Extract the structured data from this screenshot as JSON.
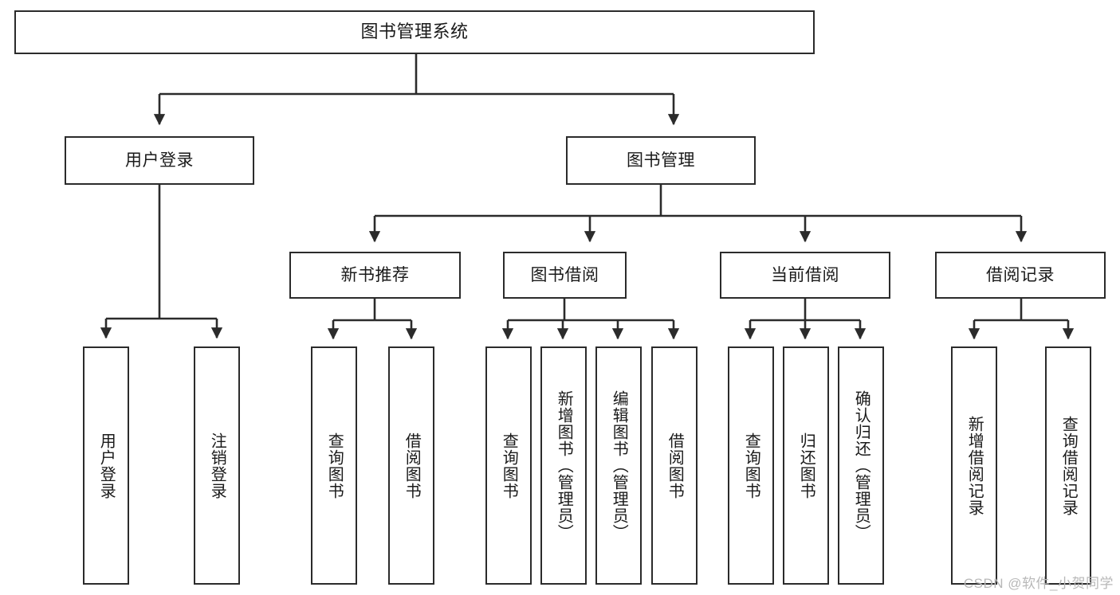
{
  "diagram": {
    "title": "图书管理系统",
    "type": "tree",
    "watermark": "CSDN @软件_小贺同学",
    "colors": {
      "stroke": "#2b2b2b",
      "fill": "#ffffff",
      "text": "#1a1a1a",
      "watermark": "#b8b8b8"
    },
    "nodes": {
      "root": {
        "label": "图书管理系统"
      },
      "level2": [
        {
          "label": "用户登录"
        },
        {
          "label": "图书管理"
        }
      ],
      "level3": [
        {
          "label": "新书推荐"
        },
        {
          "label": "图书借阅"
        },
        {
          "label": "当前借阅"
        },
        {
          "label": "借阅记录"
        }
      ],
      "leaves_user_login": [
        {
          "label": "用户登录"
        },
        {
          "label": "注销登录"
        }
      ],
      "leaves_new_book": [
        {
          "label": "查询图书"
        },
        {
          "label": "借阅图书"
        }
      ],
      "leaves_borrow": [
        {
          "label": "查询图书"
        },
        {
          "label": "新增图书（管理员）"
        },
        {
          "label": "编辑图书（管理员）"
        },
        {
          "label": "借阅图书"
        }
      ],
      "leaves_current": [
        {
          "label": "查询图书"
        },
        {
          "label": "归还图书"
        },
        {
          "label": "确认归还（管理员）"
        }
      ],
      "leaves_record": [
        {
          "label": "新增借阅记录"
        },
        {
          "label": "查询借阅记录"
        }
      ]
    }
  }
}
